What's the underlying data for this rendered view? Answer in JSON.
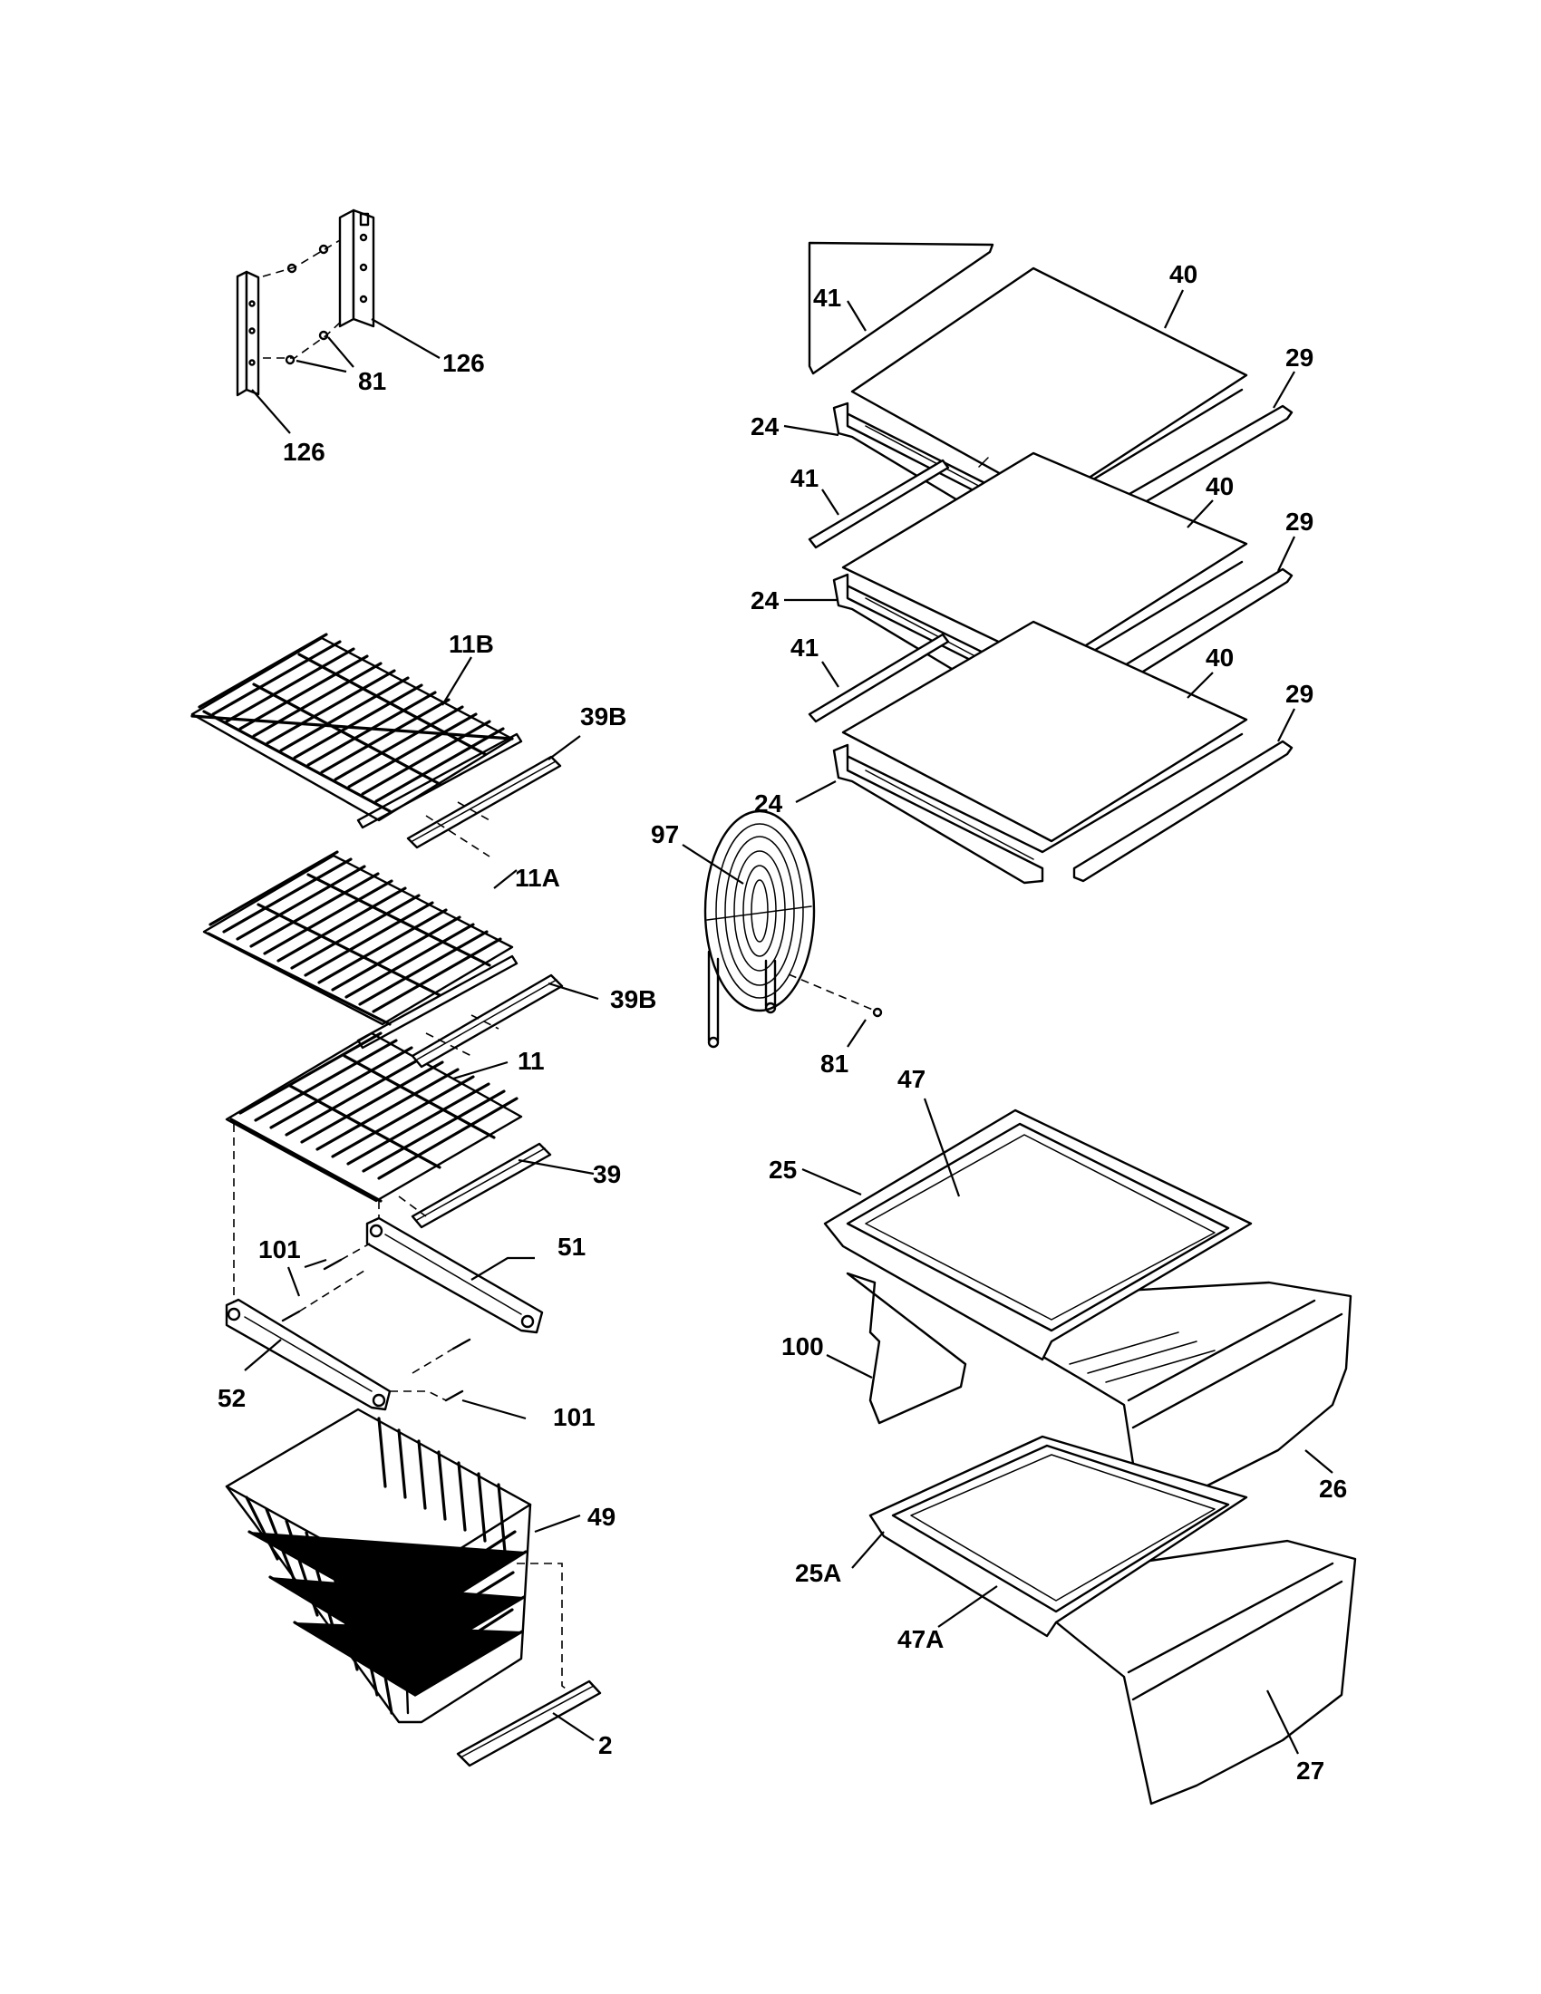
{
  "callouts": {
    "c126a": "126",
    "c126b": "126",
    "c81a": "81",
    "c81b": "81",
    "c41a": "41",
    "c41b": "41",
    "c41c": "41",
    "c40a": "40",
    "c40b": "40",
    "c40c": "40",
    "c29a": "29",
    "c29b": "29",
    "c29c": "29",
    "c24a": "24",
    "c24b": "24",
    "c24c": "24",
    "c11B": "11B",
    "c39Ba": "39B",
    "c39Bb": "39B",
    "c11A": "11A",
    "c11": "11",
    "c39": "39",
    "c97": "97",
    "c101a": "101",
    "c101b": "101",
    "c51": "51",
    "c52": "52",
    "c49": "49",
    "c2": "2",
    "c47": "47",
    "c25": "25",
    "c100": "100",
    "c26": "26",
    "c25A": "25A",
    "c47A": "47A",
    "c27": "27"
  }
}
